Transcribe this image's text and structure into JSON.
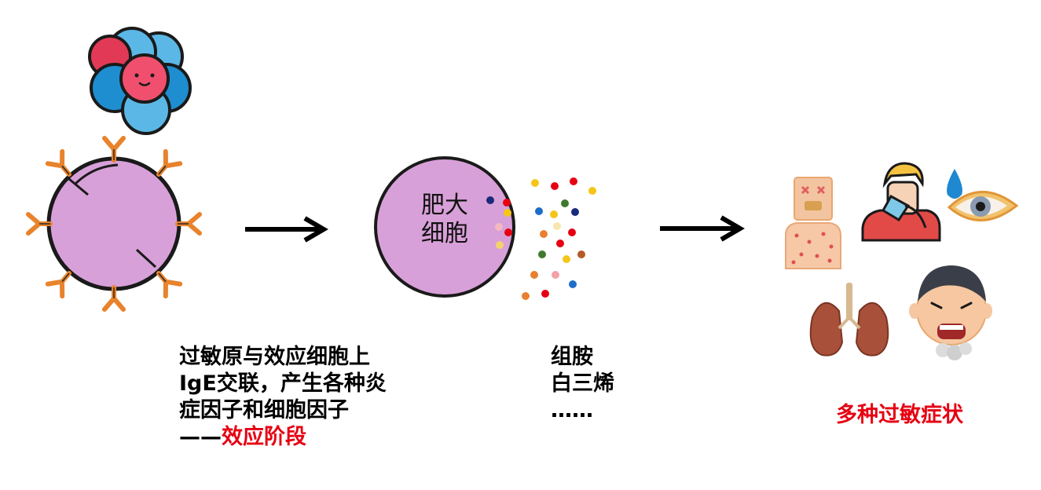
{
  "stage1": {
    "caption_lines": [
      "过敏原与效应细胞上",
      "IgE交联，产生各种炎",
      "症因子和细胞因子"
    ],
    "stage_dash": "——",
    "stage_name": "效应阶段"
  },
  "stage2": {
    "cell_label_line1": "肥大",
    "cell_label_line2": "细胞",
    "mediators": [
      "组胺",
      "白三烯",
      "……"
    ]
  },
  "stage3": {
    "caption": "多种过敏症状"
  },
  "icons": [
    "antigen-cluster-icon",
    "ige-antibody-icon",
    "arrow-right-icon",
    "mast-cell-icon",
    "granule-dots-icon",
    "skin-rash-icon",
    "sneezing-person-icon",
    "teary-eye-icon",
    "lungs-icon",
    "coughing-face-icon"
  ],
  "colors": {
    "text": "#000000",
    "highlight": "#e60012",
    "cell_fill": "#d8a0d8",
    "antibody": "#e8832c",
    "antigen_blue": "#1e90d0",
    "antigen_pink": "#f0506e"
  }
}
